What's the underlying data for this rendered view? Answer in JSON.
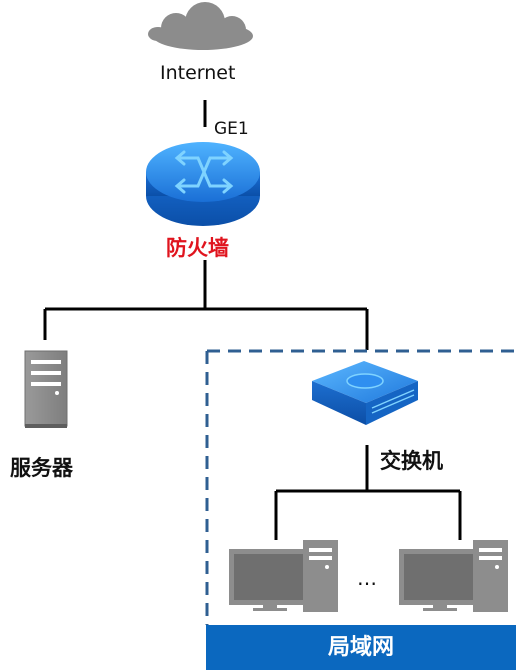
{
  "nodes": {
    "internet": "Internet",
    "ge1": "GE1",
    "firewall": "防火墙",
    "server": "服务器",
    "switch": "交换机",
    "ellipsis": "…",
    "lan": "局域网"
  },
  "colors": {
    "link_line": "#000000",
    "lan_border": "#2f5f92",
    "lan_banner": "#0b68bf",
    "firewall_label": "#e0141e",
    "device_blue": "#1a7fe0",
    "cloud_gray": "#8c8c8c",
    "pc_gray": "#8d8d8d"
  },
  "icons": [
    "cloud-icon",
    "firewall-icon",
    "server-icon",
    "switch-icon",
    "pc-icon"
  ]
}
